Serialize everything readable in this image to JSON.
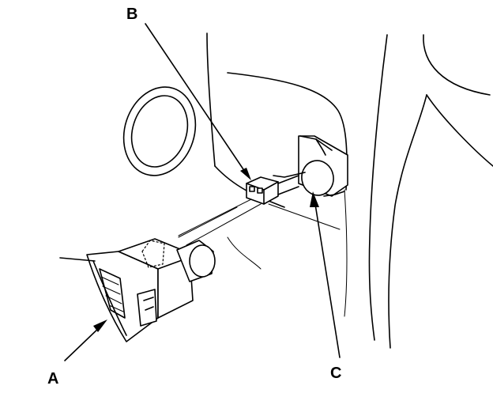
{
  "callouts": {
    "a": {
      "text": "A",
      "part": "vent-housing"
    },
    "b": {
      "text": "B",
      "part": "connector"
    },
    "c": {
      "text": "C",
      "part": "clip"
    }
  }
}
